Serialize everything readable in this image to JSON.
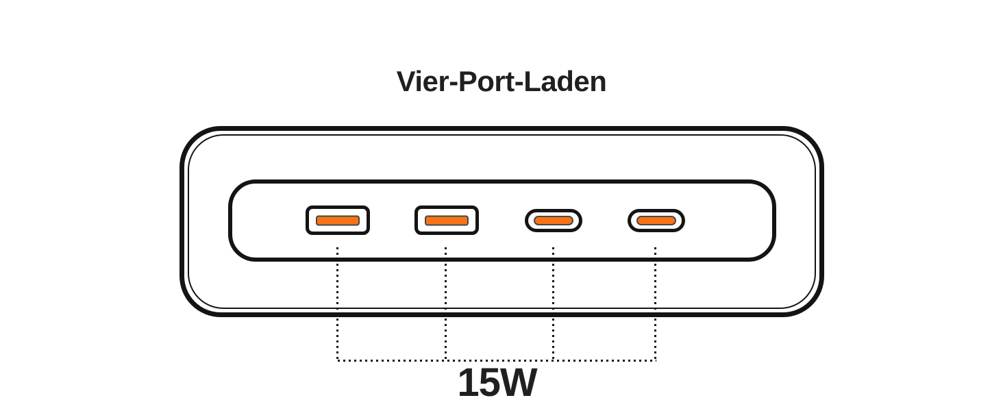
{
  "colors": {
    "background": "#ffffff",
    "outline": "#141414",
    "text": "#1f2022",
    "port-fill": "#f97316",
    "pin-border": "#474747"
  },
  "diagram": {
    "title": "Vier-Port-Laden",
    "wattage_label": "15W",
    "ports": [
      {
        "name": "usb-a-port-1",
        "type": "usb-a-port-icon"
      },
      {
        "name": "usb-a-port-2",
        "type": "usb-a-port-icon"
      },
      {
        "name": "usb-c-port-1",
        "type": "usb-c-port-icon"
      },
      {
        "name": "usb-c-port-2",
        "type": "usb-c-port-icon"
      }
    ]
  }
}
